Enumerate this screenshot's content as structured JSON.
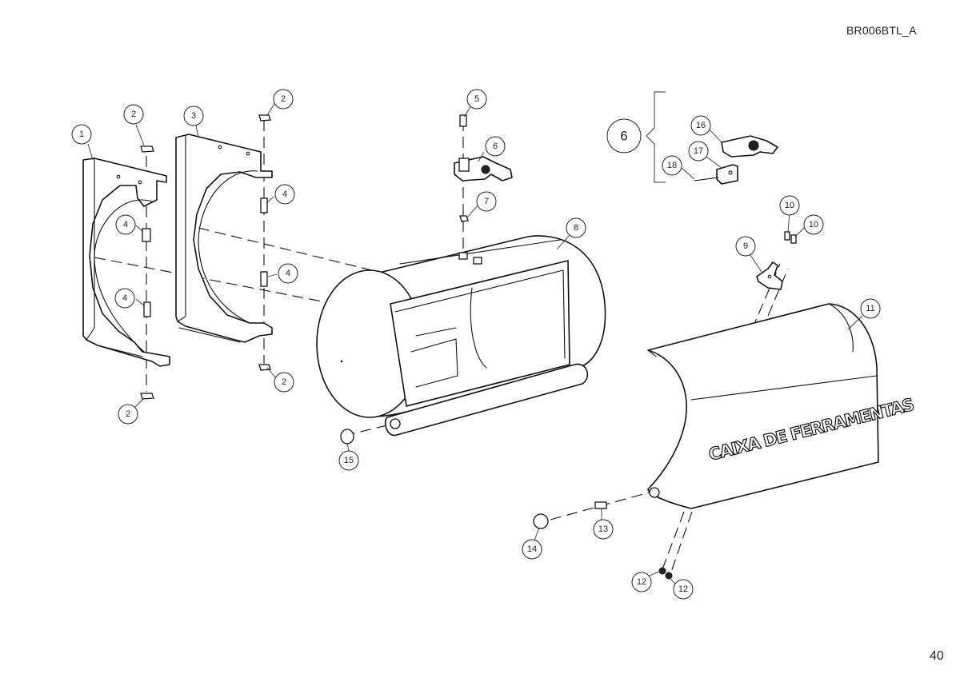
{
  "header": {
    "doc_code": "BR006BTL_A"
  },
  "footer": {
    "page_number": "40"
  },
  "lid_label": "CAIXA DE FERRAMENTAS",
  "parts": [
    {
      "id": "1",
      "label": "1"
    },
    {
      "id": "2a",
      "label": "2"
    },
    {
      "id": "2b",
      "label": "2"
    },
    {
      "id": "2c",
      "label": "2"
    },
    {
      "id": "2d",
      "label": "2"
    },
    {
      "id": "3",
      "label": "3"
    },
    {
      "id": "4a",
      "label": "4"
    },
    {
      "id": "4b",
      "label": "4"
    },
    {
      "id": "4c",
      "label": "4"
    },
    {
      "id": "4d",
      "label": "4"
    },
    {
      "id": "5",
      "label": "5"
    },
    {
      "id": "6",
      "label": "6"
    },
    {
      "id": "6g",
      "label": "6"
    },
    {
      "id": "7",
      "label": "7"
    },
    {
      "id": "8",
      "label": "8"
    },
    {
      "id": "9",
      "label": "9"
    },
    {
      "id": "10a",
      "label": "10"
    },
    {
      "id": "10b",
      "label": "10"
    },
    {
      "id": "11",
      "label": "11"
    },
    {
      "id": "12a",
      "label": "12"
    },
    {
      "id": "12b",
      "label": "12"
    },
    {
      "id": "13",
      "label": "13"
    },
    {
      "id": "14",
      "label": "14"
    },
    {
      "id": "15",
      "label": "15"
    },
    {
      "id": "16",
      "label": "16"
    },
    {
      "id": "17",
      "label": "17"
    },
    {
      "id": "18",
      "label": "18"
    }
  ]
}
